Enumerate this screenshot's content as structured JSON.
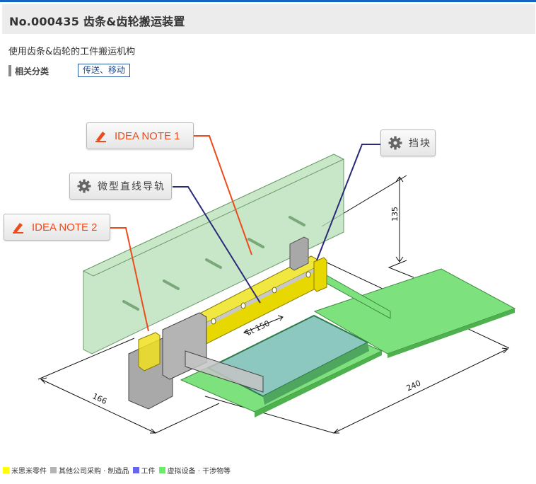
{
  "header": {
    "title": "No.000435 齿条&齿轮搬运装置",
    "subtitle": "使用齿条&齿轮的工件搬运机构"
  },
  "category": {
    "label": "相关分类",
    "tag": "传送、移动"
  },
  "callouts": [
    {
      "id": "idea-note-1",
      "icon": "pencil-icon",
      "label": "IDEA NOTE 1",
      "color": "#ee4b1c"
    },
    {
      "id": "idea-note-2",
      "icon": "pencil-icon",
      "label": "IDEA NOTE 2",
      "color": "#ee4b1c"
    },
    {
      "id": "micro-linear-guide",
      "icon": "gear-icon",
      "label": "微型直线导轨",
      "color": "#2a2a7a"
    },
    {
      "id": "stopper-block",
      "icon": "gear-icon",
      "label": "挡块",
      "color": "#2a2a7a"
    }
  ],
  "dimensions": {
    "height": "135",
    "depth": "166",
    "width": "240",
    "stroke": "st 150"
  },
  "legend": [
    {
      "label": "米思米零件",
      "color": "#ffff00"
    },
    {
      "label": "其他公司采购 · 制造品",
      "color": "#b4b4b4"
    },
    {
      "label": "工件",
      "color": "#6666ee"
    },
    {
      "label": "虚拟设备 · 干涉物等",
      "color": "#66ee66"
    }
  ],
  "colors": {
    "accent_bar": "#1565c0",
    "misumi_part": "#e8d800",
    "virtual_equipment": "#7ee27e",
    "workpiece": "#8cc8c0"
  }
}
